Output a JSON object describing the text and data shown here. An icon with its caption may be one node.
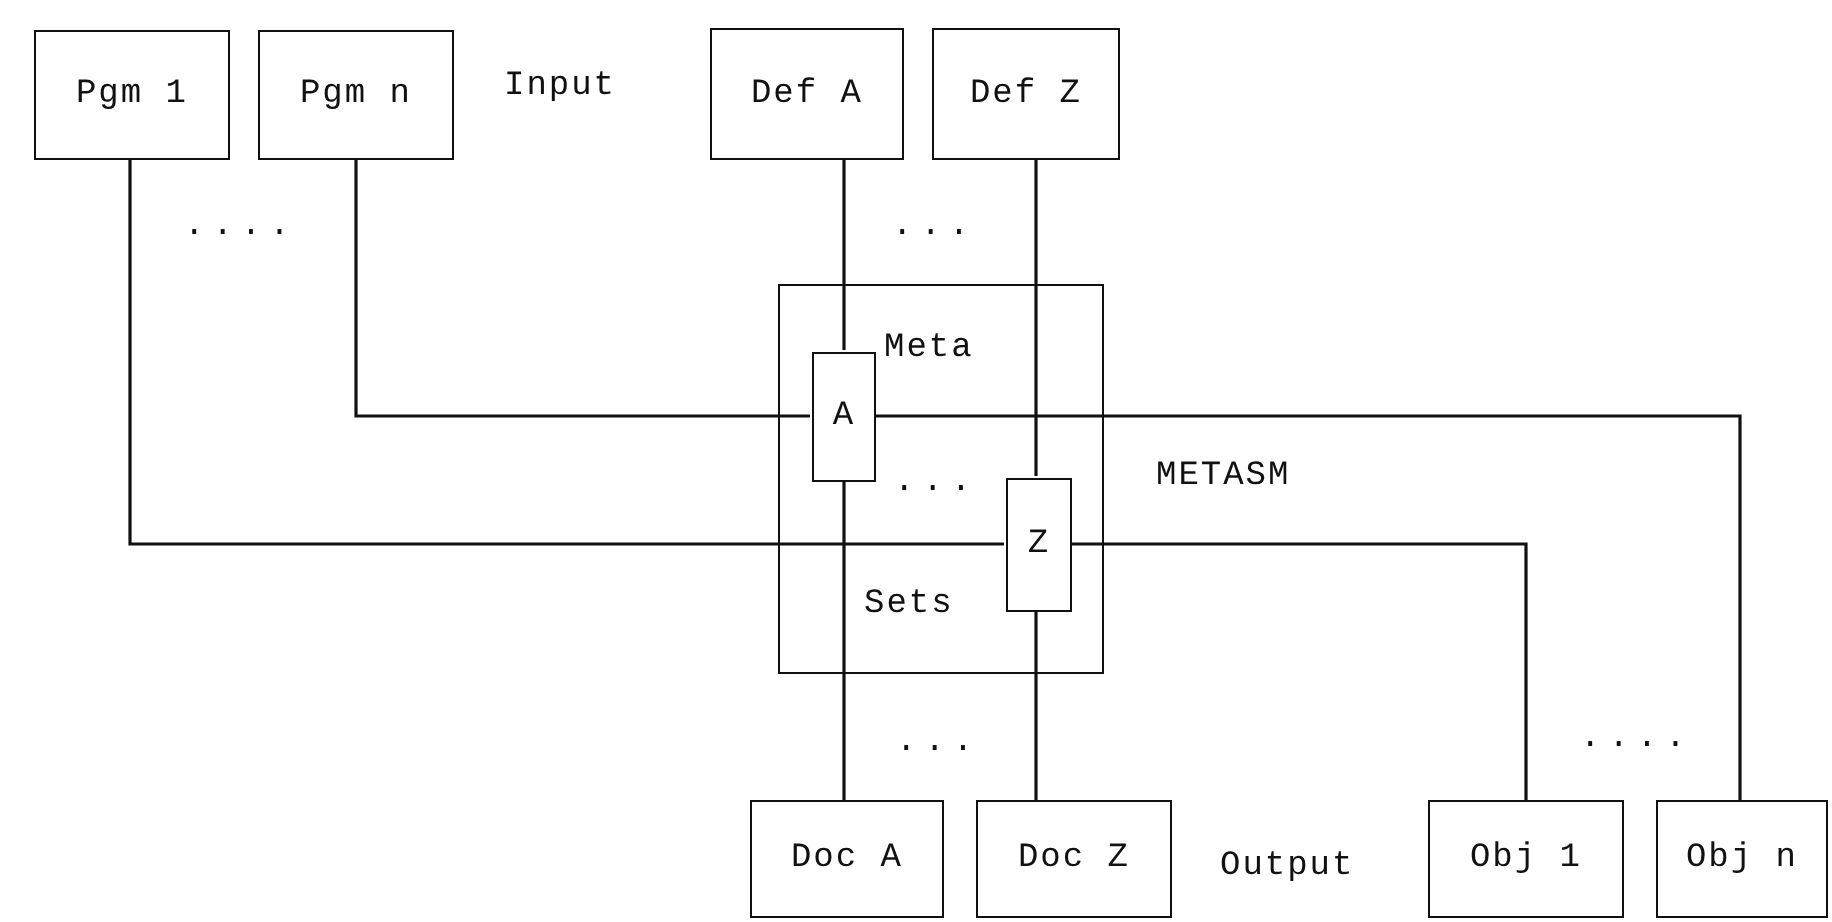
{
  "diagram": {
    "nodes": [
      {
        "text": [
          "Pgm 1"
        ]
      },
      {
        "text": [
          "Pgm n"
        ]
      },
      {
        "text": [
          "Def A"
        ]
      },
      {
        "text": [
          "Def Z"
        ]
      },
      {
        "text": [
          "Meta",
          "Sets"
        ]
      },
      {
        "text": [
          "A"
        ],
        "in": 4
      },
      {
        "text": [
          "Z"
        ],
        "in": 4
      },
      {
        "text": [
          "Doc A"
        ]
      },
      {
        "text": [
          "Doc Z"
        ]
      },
      {
        "text": [
          "Obj 1"
        ]
      },
      {
        "text": [
          "Obj n"
        ]
      }
    ],
    "edges": [
      {
        "from": 0,
        "to": 6,
        "arrow": "none"
      },
      {
        "from": 1,
        "to": 5,
        "arrow": "none"
      },
      {
        "from": 2,
        "to": 5,
        "arrow": "none"
      },
      {
        "from": 3,
        "to": 6,
        "arrow": "none"
      },
      {
        "from": 5,
        "to": 7,
        "arrow": "none"
      },
      {
        "from": 6,
        "to": 8,
        "arrow": "none"
      },
      {
        "from": 5,
        "to": 10,
        "arrow": "none"
      },
      {
        "from": 6,
        "to": 9,
        "arrow": "none"
      }
    ],
    "labels": [
      "Input",
      "....",
      "...",
      "...",
      "METASM",
      "...",
      "....",
      "Output"
    ]
  }
}
